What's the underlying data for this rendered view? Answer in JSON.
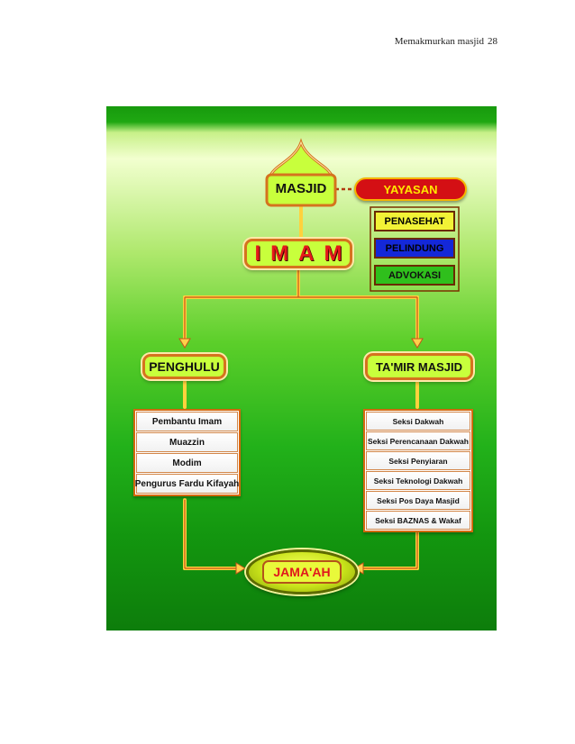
{
  "header": {
    "title": "Memakmurkan masjid",
    "page_number": "28"
  },
  "diagram": {
    "masjid": "MASJID",
    "yayasan": "YAYASAN",
    "side_boxes": [
      "PENASEHAT",
      "PELINDUNG",
      "ADVOKASI"
    ],
    "imam": "IMAM",
    "penghulu": "PENGHULU",
    "tamir": "TA'MIR MASJID",
    "penghulu_items": [
      "Pembantu Imam",
      "Muazzin",
      "Modim",
      "Pengurus Fardu Kifayah"
    ],
    "tamir_items": [
      "Seksi Dakwah",
      "Seksi Perencanaan Dakwah",
      "Seksi Penyiaran",
      "Seksi Teknologi Dakwah",
      "Seksi Pos Daya Masjid",
      "Seksi BAZNAS & Wakaf"
    ],
    "jamaah": "JAMA'AH"
  },
  "colors": {
    "background_top": "#179a0d",
    "box_fill": "#c8ff3c",
    "box_border": "#d5731e",
    "yayasan": "#d40f14",
    "penasehat": "#f2f236",
    "pelindung": "#1428d8",
    "advokasi": "#2fbf1c",
    "imam_text": "#e51a1a",
    "jamaah_text": "#e0181c"
  }
}
